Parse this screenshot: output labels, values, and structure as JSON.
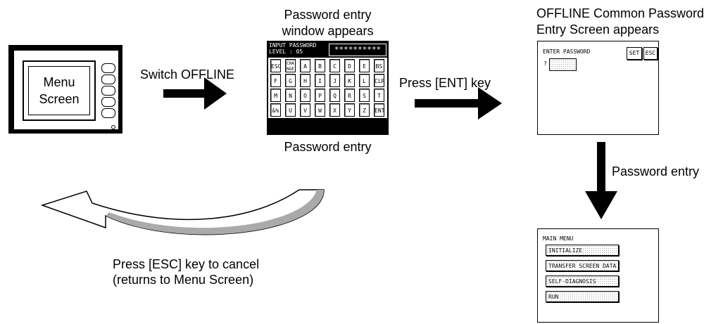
{
  "menu_screen_device": {
    "screen_text": "Menu\nScreen"
  },
  "labels": {
    "switch_offline": "Switch OFFLINE",
    "pw_window_appears_line1": "Password  entry",
    "pw_window_appears_line2": "window appears",
    "password_entry_below": "Password  entry",
    "press_ent": "Press [ENT] key",
    "offline_line1": "OFFLINE Common Password",
    "offline_line2": "Entry Screen appears",
    "password_entry_right": "Password  entry",
    "cancel_line1": "Press [ESC] key to cancel",
    "cancel_line2": "(returns to Menu Screen)"
  },
  "keypad": {
    "title_line1": "INPUT PASSWORD",
    "title_line2": "LEVEL : 05",
    "display": "**********",
    "rows": [
      [
        "ESC",
        "CHA\nNGE",
        "A",
        "B",
        "C",
        "D",
        "E",
        "BS"
      ],
      [
        "F",
        "G",
        "H",
        "I",
        "J",
        "K",
        "L",
        "CLR"
      ],
      [
        "M",
        "N",
        "O",
        "P",
        "Q",
        "R",
        "S",
        "T"
      ],
      [
        "&%",
        "U",
        "V",
        "W",
        "X",
        "Y",
        "Z",
        "ENT"
      ]
    ]
  },
  "password_screen": {
    "title": "ENTER PASSWORD",
    "prompt": "?",
    "set_button": "SET",
    "esc_button": "ESC"
  },
  "main_menu": {
    "title": "MAIN MENU",
    "items": [
      "INITIALIZE",
      "TRANSFER SCREEN DATA",
      "SELF-DIAGNOSIS",
      "RUN"
    ]
  }
}
